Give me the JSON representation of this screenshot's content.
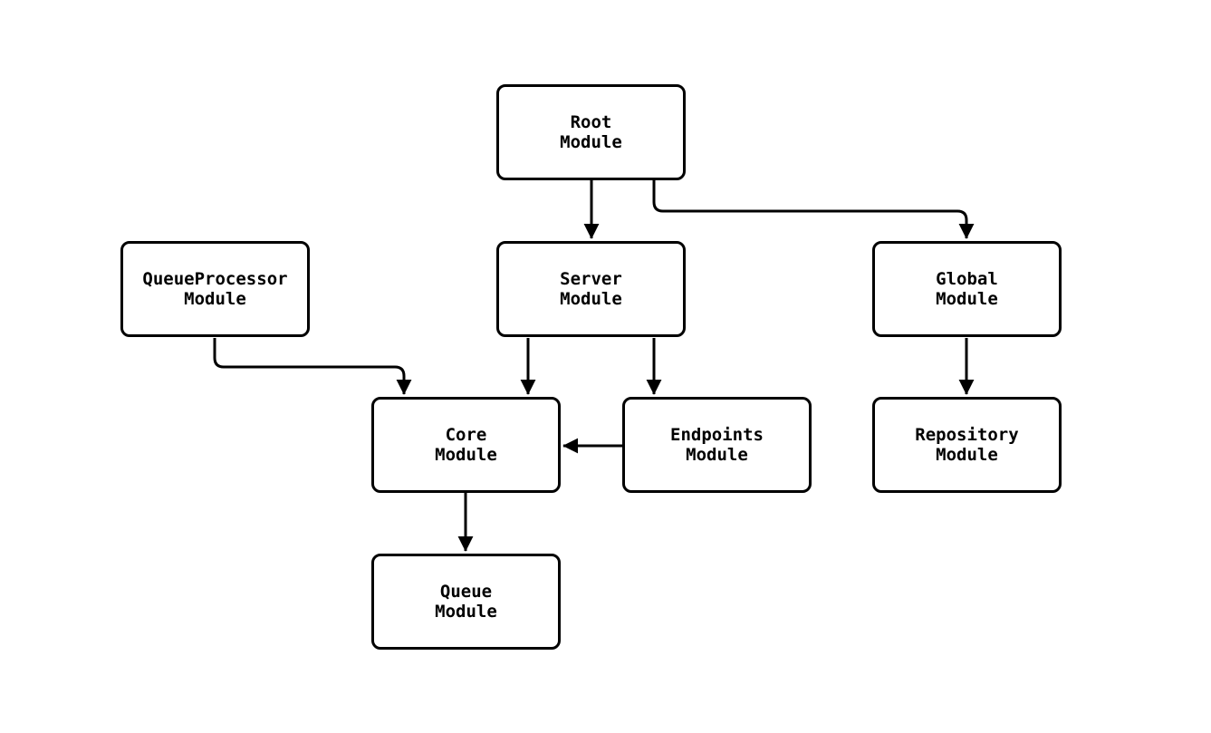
{
  "diagram": {
    "type": "module-dependency-graph",
    "background_color": "#ffffff",
    "stroke_color": "#000000",
    "node_fill_color": "#ffffff",
    "nodes": [
      {
        "id": "root",
        "label": "Root\nModule"
      },
      {
        "id": "queueprocessor",
        "label": "QueueProcessor\nModule"
      },
      {
        "id": "server",
        "label": "Server\nModule"
      },
      {
        "id": "global",
        "label": "Global\nModule"
      },
      {
        "id": "core",
        "label": "Core\nModule"
      },
      {
        "id": "endpoints",
        "label": "Endpoints\nModule"
      },
      {
        "id": "repository",
        "label": "Repository\nModule"
      },
      {
        "id": "queue",
        "label": "Queue\nModule"
      }
    ],
    "edges": [
      {
        "from": "root",
        "to": "server"
      },
      {
        "from": "root",
        "to": "global"
      },
      {
        "from": "queueprocessor",
        "to": "core"
      },
      {
        "from": "server",
        "to": "core"
      },
      {
        "from": "server",
        "to": "endpoints"
      },
      {
        "from": "endpoints",
        "to": "core"
      },
      {
        "from": "global",
        "to": "repository"
      },
      {
        "from": "core",
        "to": "queue"
      }
    ]
  }
}
